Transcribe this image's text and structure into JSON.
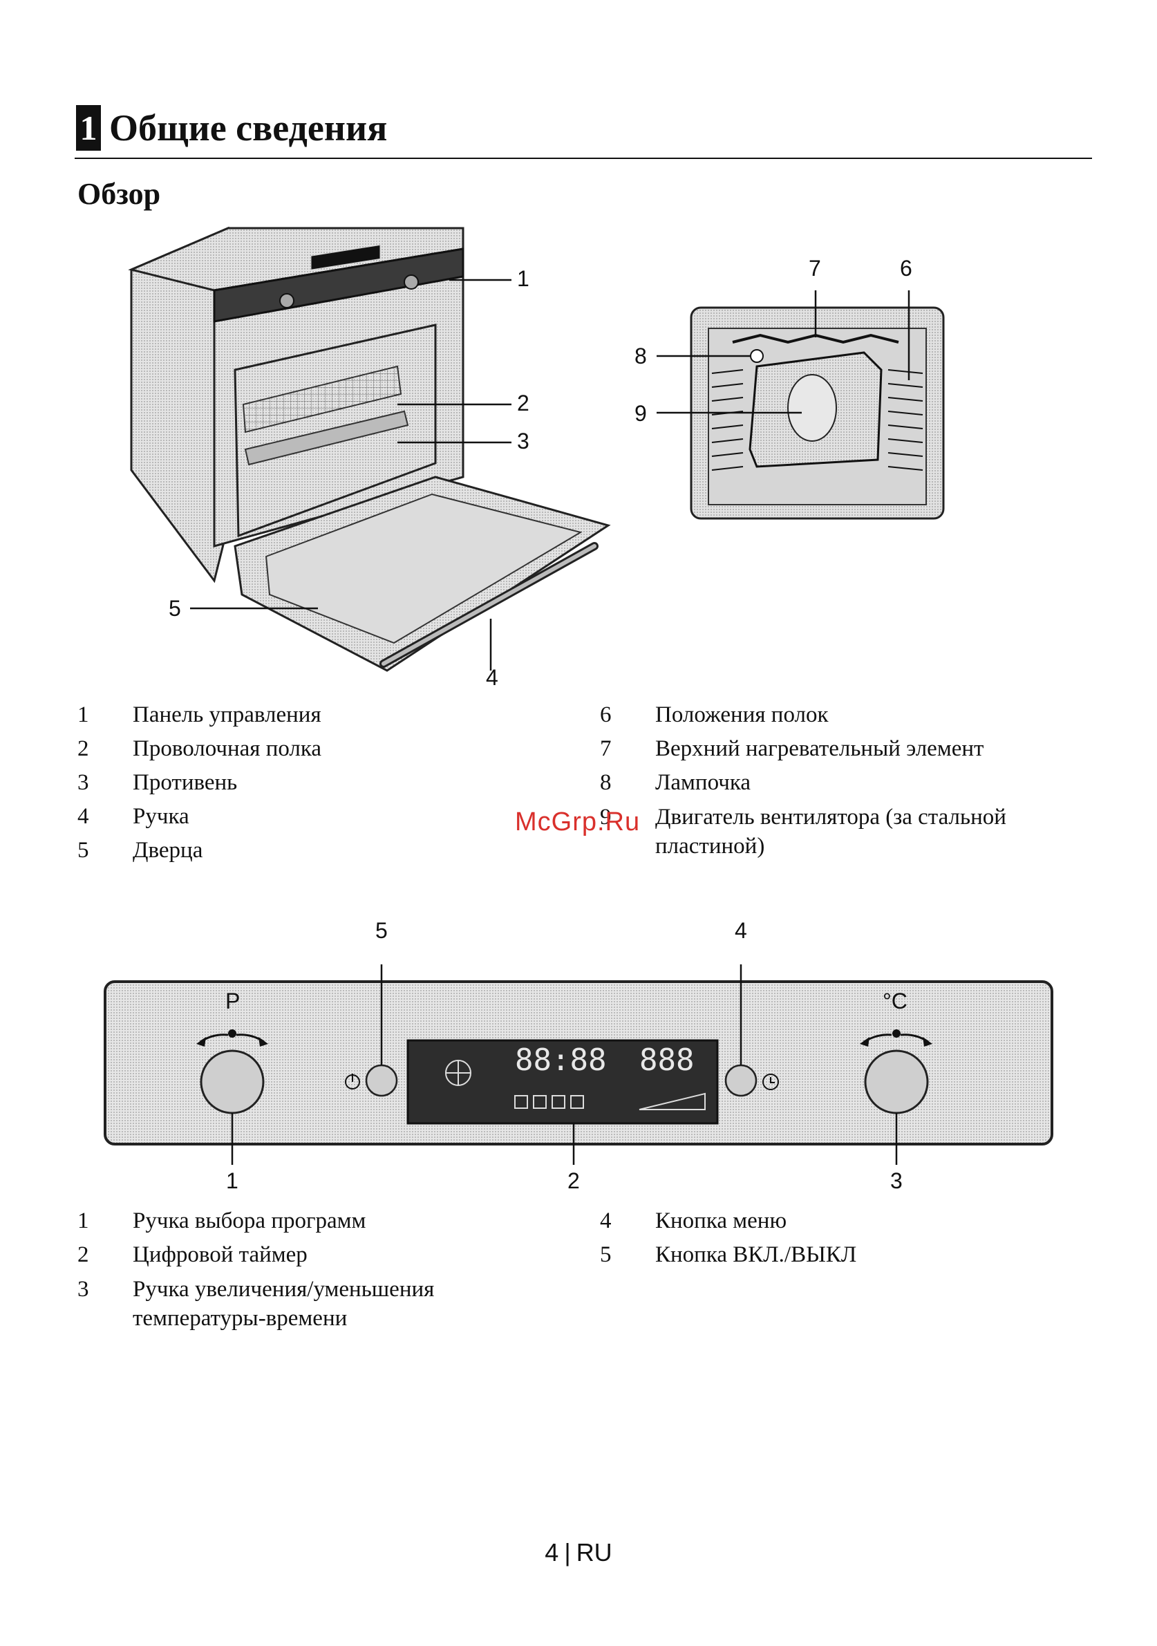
{
  "heading": {
    "number": "1",
    "title": "Общие сведения"
  },
  "subheading": "Обзор",
  "oven_callouts": [
    "1",
    "2",
    "3",
    "4",
    "5"
  ],
  "cavity_callouts": [
    "6",
    "7",
    "8",
    "9"
  ],
  "legend_oven": [
    {
      "num": "1",
      "text": "Панель управления"
    },
    {
      "num": "2",
      "text": "Проволочная полка"
    },
    {
      "num": "3",
      "text": "Противень"
    },
    {
      "num": "4",
      "text": "Ручка"
    },
    {
      "num": "5",
      "text": "Дверца"
    }
  ],
  "legend_cavity": [
    {
      "num": "6",
      "text": "Положения полок"
    },
    {
      "num": "7",
      "text": "Верхний нагревательный элемент"
    },
    {
      "num": "8",
      "text": "Лампочка"
    },
    {
      "num": "9",
      "text": "Двигатель вентилятора (за стальной пластиной)"
    }
  ],
  "watermark": "McGrp.Ru",
  "panel": {
    "knob_left_label": "P",
    "knob_right_label": "°C",
    "display_digits": "88:88",
    "display_temp": "888",
    "callouts": [
      "1",
      "2",
      "3",
      "4",
      "5"
    ]
  },
  "legend_panel_left": [
    {
      "num": "1",
      "text": "Ручка выбора программ"
    },
    {
      "num": "2",
      "text": "Цифровой таймер"
    },
    {
      "num": "3",
      "text": "Ручка увеличения/уменьшения температуры-времени"
    }
  ],
  "legend_panel_right": [
    {
      "num": "4",
      "text": "Кнопка меню"
    },
    {
      "num": "5",
      "text": "Кнопка ВКЛ./ВЫКЛ"
    }
  ],
  "footer": {
    "page": "4",
    "lang": "RU"
  }
}
